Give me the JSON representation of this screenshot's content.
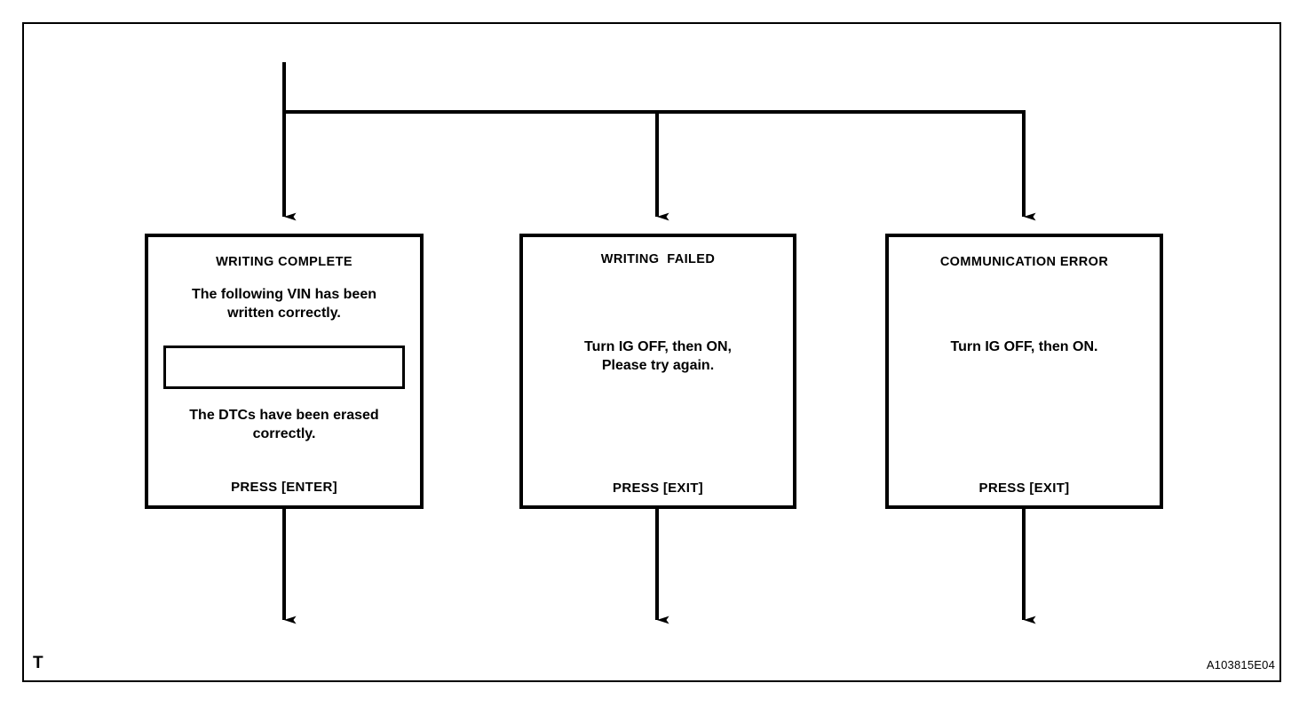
{
  "diagram": {
    "corner_label": "T",
    "reference_code": "A103815E04",
    "line_color": "#000000",
    "background_color": "#ffffff"
  },
  "boxes": [
    {
      "id": "writing-complete",
      "title": "WRITING COMPLETE",
      "body_top": "The following VIN has been\nwritten correctly.",
      "input_value": "",
      "body_bottom": "The DTCs have been erased\ncorrectly.",
      "footer": "PRESS [ENTER]"
    },
    {
      "id": "writing-failed",
      "title": "WRITING  FAILED",
      "body": "Turn IG OFF, then ON,\nPlease try again.",
      "footer": "PRESS [EXIT]"
    },
    {
      "id": "communication-error",
      "title": "COMMUNICATION ERROR",
      "body": "Turn IG OFF, then ON.",
      "footer": "PRESS [EXIT]"
    }
  ]
}
